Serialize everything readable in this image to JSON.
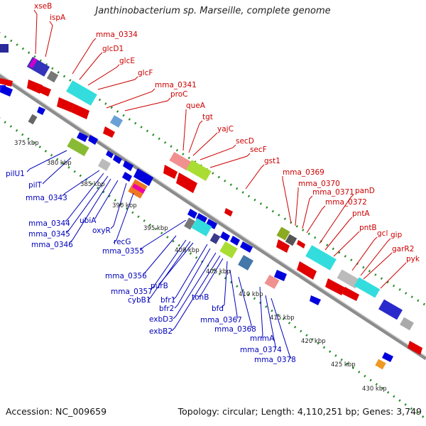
{
  "title": "Janthinobacterium sp. Marseille, complete genome",
  "footer": {
    "accession": "Accession: NC_009659",
    "summary": "Topology: circular; Length: 4,110,251 bp; Genes: 3,749"
  },
  "colors": {
    "forward_label": "#cc0000",
    "reverse_label": "#0000bb",
    "backbone": "#8c8c8c",
    "dotted": "#228b22"
  },
  "ticks": [
    "375 kbp",
    "380 kbp",
    "385 kbp",
    "390 kbp",
    "395 kbp",
    "400 kbp",
    "405 kbp",
    "410 kbp",
    "415 kbp",
    "420 kbp",
    "425 kbp",
    "430 kbp"
  ],
  "top_labels": [
    "xseB",
    "ispA",
    "mma_0334",
    "glcD1",
    "glcE",
    "glcF",
    "mma_0341",
    "proC",
    "queA",
    "tgt",
    "yajC",
    "secD",
    "secF",
    "gst1",
    "mma_0369",
    "mma_0370",
    "mma_0371",
    "panD",
    "mma_0372",
    "pntA",
    "pntB",
    "gcl",
    "gip",
    "garR2",
    "pyk"
  ],
  "bottom_labels": [
    "pilU1",
    "pilT",
    "mma_0343",
    "mma_0344",
    "mma_0345",
    "mma_0346",
    "ubiA",
    "oxyR",
    "recG",
    "mma_0355",
    "mma_0356",
    "mma_0357",
    "purB",
    "cybB1",
    "bfr1",
    "bfr2",
    "exbD3",
    "exbB2",
    "tonB",
    "bfd",
    "mma_0367",
    "mma_0368",
    "mnmA",
    "mma_0374",
    "mma_0378"
  ]
}
